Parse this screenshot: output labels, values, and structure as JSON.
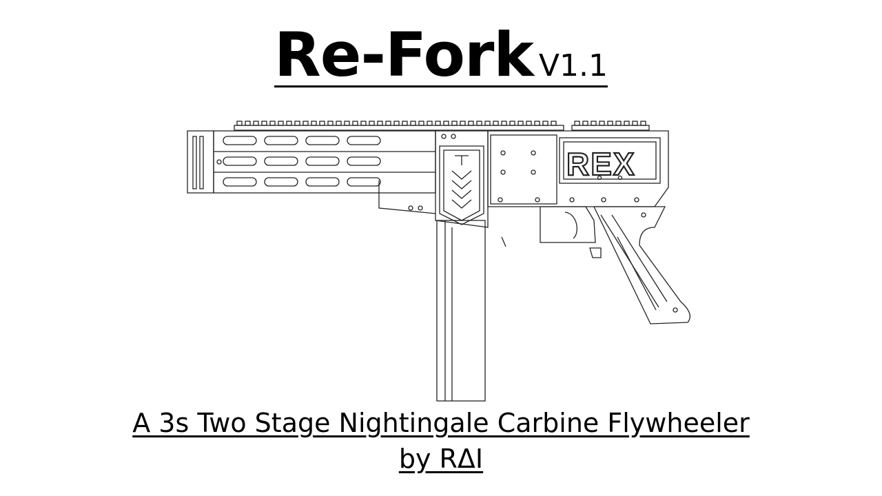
{
  "title": {
    "main": "Re-Fork",
    "version": "V1.1"
  },
  "illustration": {
    "logo_text": "REX",
    "colors": {
      "line": "#222222",
      "shade": "#d8d8d8",
      "background": "#ffffff"
    }
  },
  "subtitle": {
    "line1": "A 3s Two Stage Nightingale Carbine Flywheeler",
    "line2": "by RΔI"
  }
}
